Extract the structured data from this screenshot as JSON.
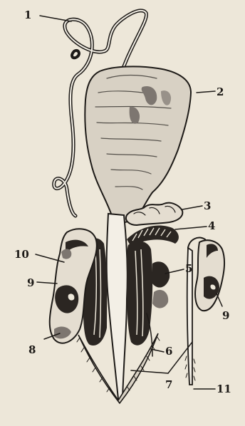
{
  "labels": [
    {
      "id": "1",
      "text": "1"
    },
    {
      "id": "2",
      "text": "2"
    },
    {
      "id": "3",
      "text": "3"
    },
    {
      "id": "4",
      "text": "4"
    },
    {
      "id": "5",
      "text": "5"
    },
    {
      "id": "6",
      "text": "6"
    },
    {
      "id": "7",
      "text": "7"
    },
    {
      "id": "8",
      "text": "8"
    },
    {
      "id": "9a",
      "text": "9"
    },
    {
      "id": "9b",
      "text": "9"
    },
    {
      "id": "10",
      "text": "10"
    },
    {
      "id": "11",
      "text": "11"
    }
  ],
  "colors": {
    "paper": "#ede7d9",
    "ink": "#1d1a17",
    "shade": "#7d7670"
  }
}
